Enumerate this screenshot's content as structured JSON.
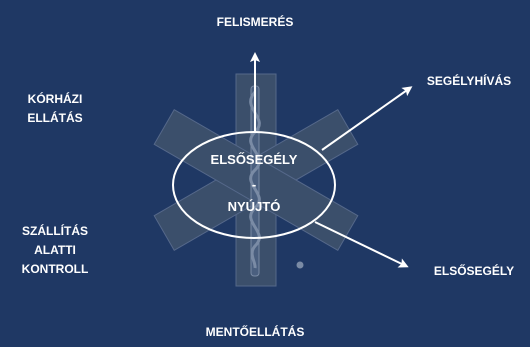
{
  "diagram": {
    "labels": {
      "top": "FELISMERÉS",
      "top_right": "SEGÉLYHÍVÁS",
      "bottom_right": "ELSŐSEGÉLY",
      "bottom": "MENTŐELLÁTÁS",
      "left_bottom": [
        "SZÁLLÍTÁS",
        "ALATTI",
        "KONTROLL"
      ],
      "left_top": [
        "KÓRHÁZI",
        "ELLÁTÁS"
      ]
    },
    "center": {
      "line1": "ELSŐSEGÉLY",
      "line2": "-",
      "line3": "NYÚJTÓ"
    },
    "colors": {
      "background": "#1f3864",
      "star": "#3b4f6b",
      "star_edge": "#55688a",
      "rod": "#7a8ba5",
      "text": "#ffffff"
    }
  }
}
